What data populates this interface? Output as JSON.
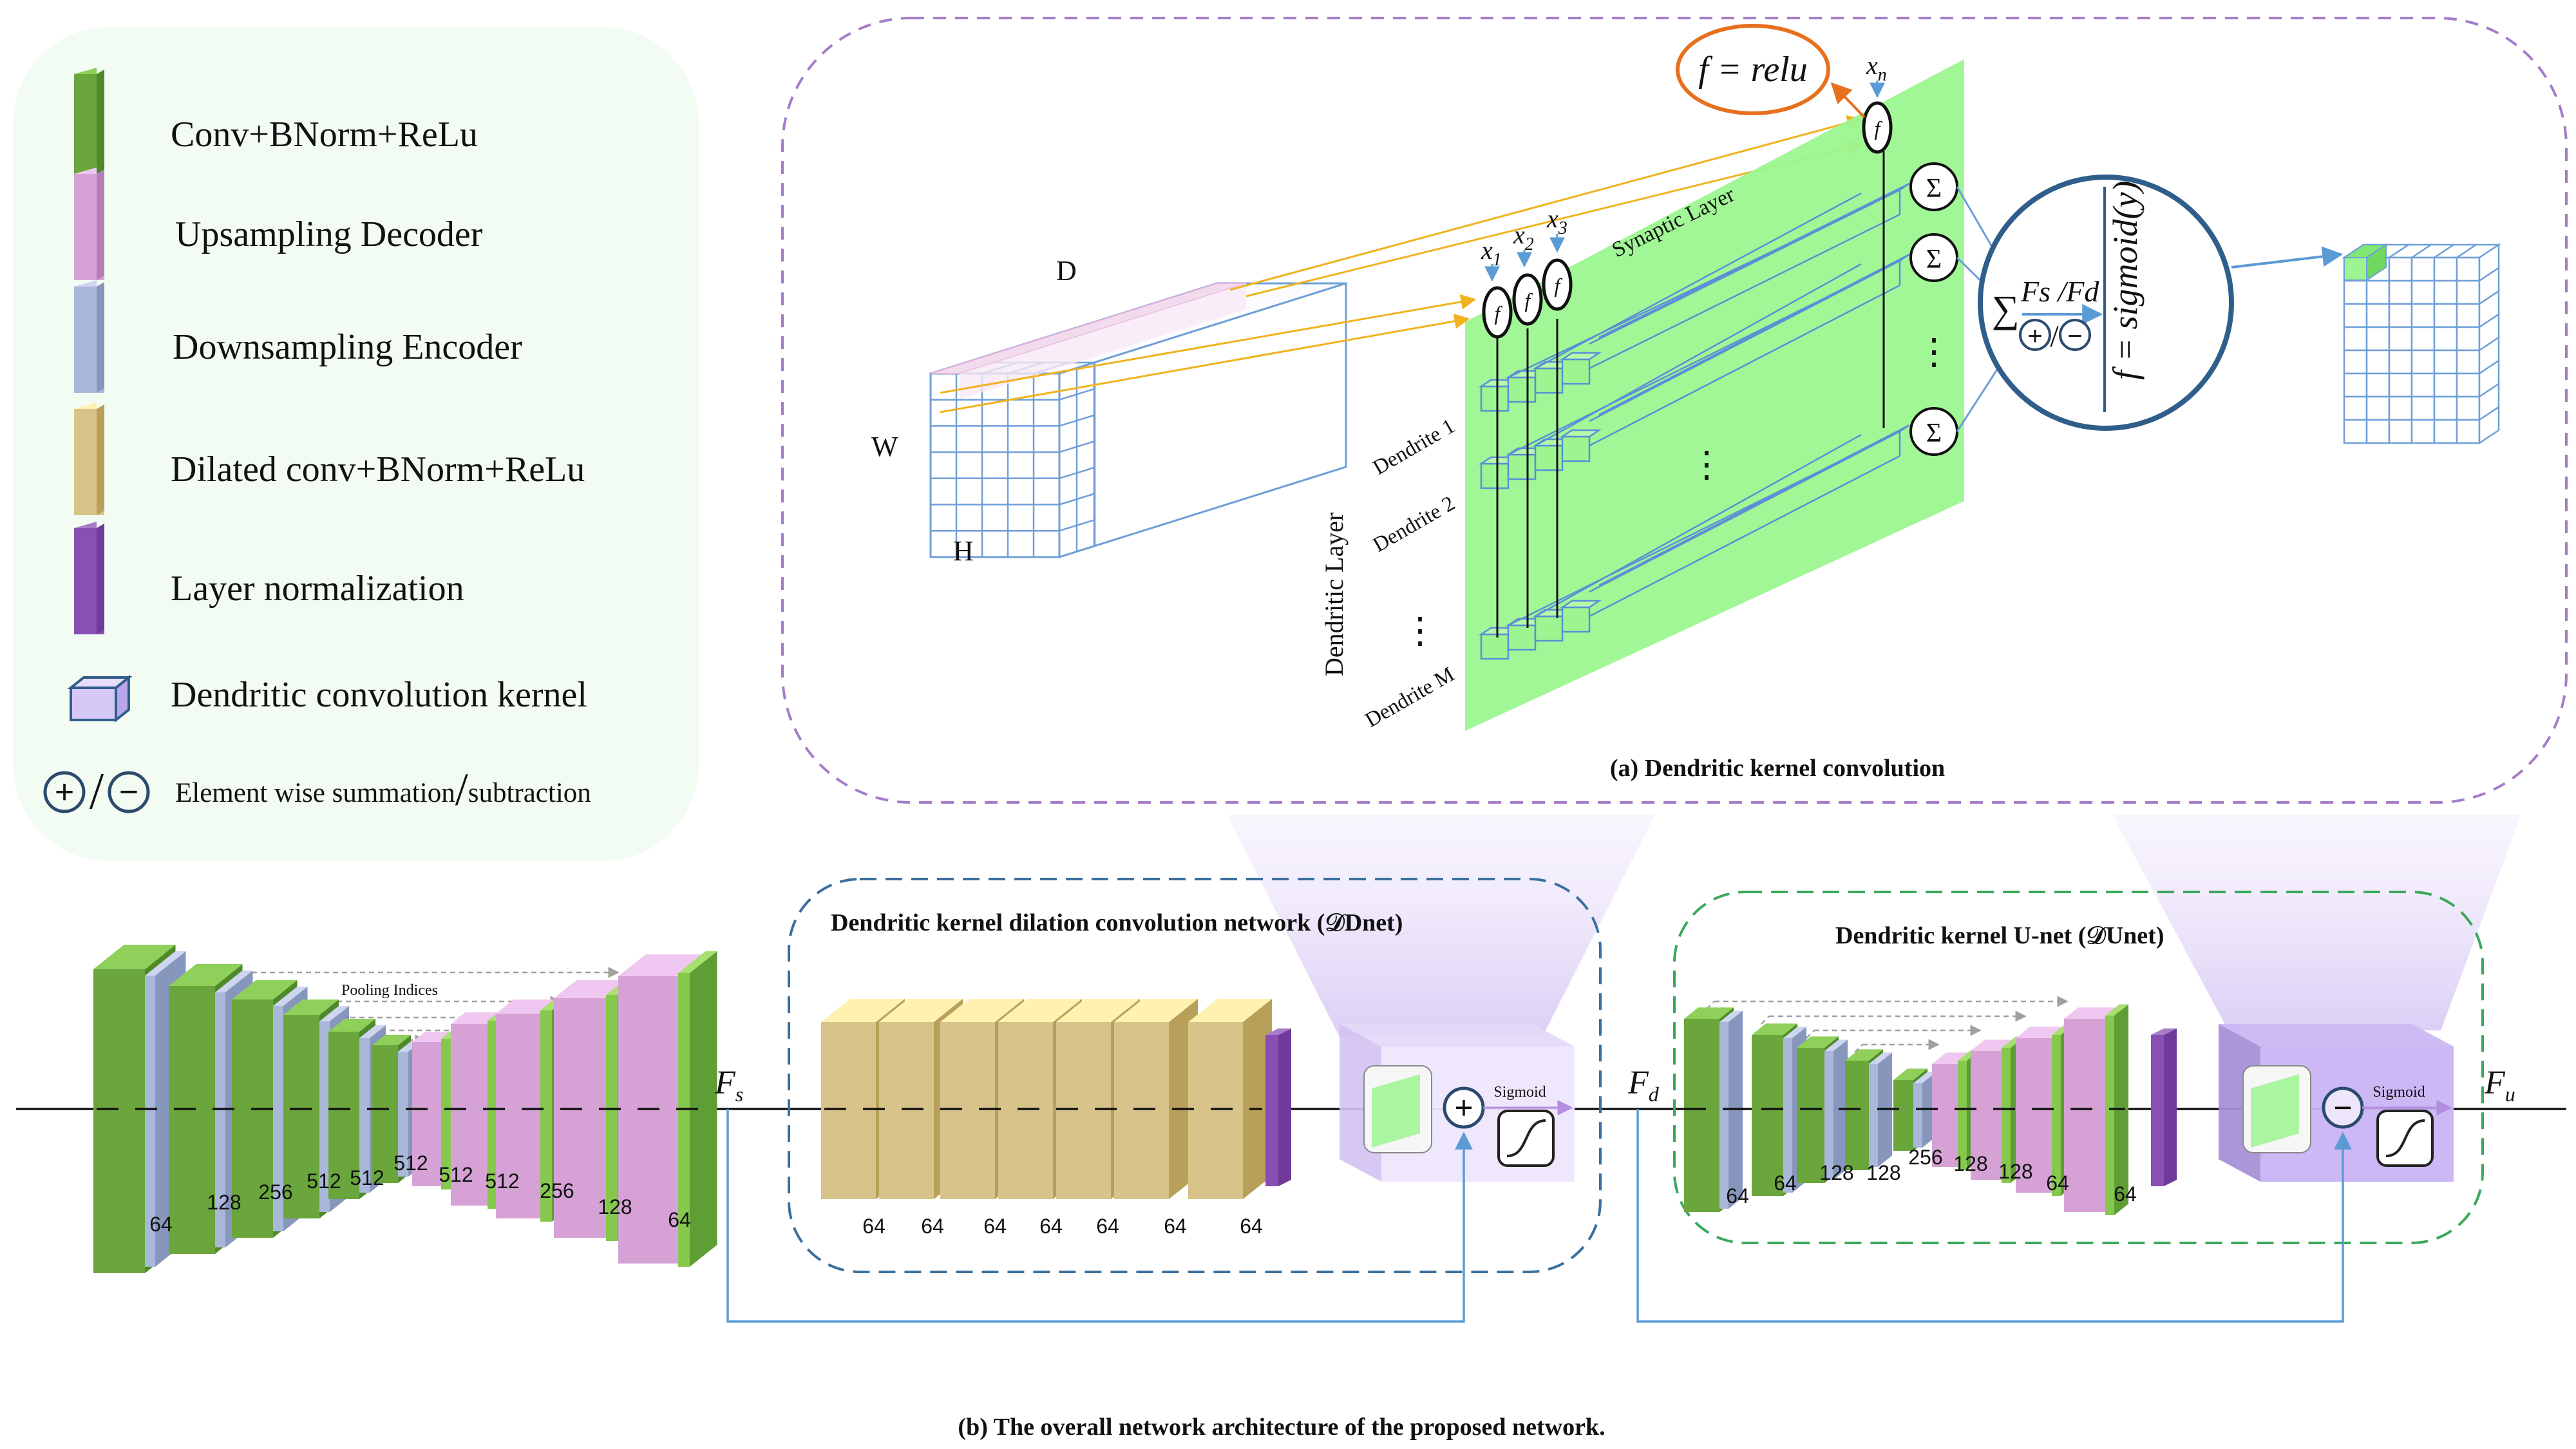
{
  "legend": {
    "items": [
      {
        "label": "Conv+BNorm+ReLu"
      },
      {
        "label": "Upsampling Decoder"
      },
      {
        "label": "Downsampling Encoder"
      },
      {
        "label": "Dilated conv+BNorm+ReLu"
      },
      {
        "label": "Layer normalization"
      },
      {
        "label": "Dendritic convolution kernel"
      }
    ],
    "element_wise": "Element wise summation",
    "element_wise_sep": "/",
    "element_wise_sub": "subtraction",
    "plus_sym": "+",
    "slash_sym": "/",
    "minus_sym": "−"
  },
  "panel_a": {
    "caption": "(a) Dendritic kernel convolution",
    "f_relu": "f = relu",
    "synaptic_layer": "Synaptic Layer",
    "dendritic_layer": "Dendritic Layer",
    "dendrite_1": "Dendrite 1",
    "dendrite_2": "Dendrite 2",
    "dendrite_m": "Dendrite M",
    "cube_d": "D",
    "cube_w": "W",
    "cube_h": "H",
    "x1": "x",
    "x1_sub": "1",
    "x2": "x",
    "x2_sub": "2",
    "x3": "x",
    "x3_sub": "3",
    "xn": "x",
    "xn_sub": "n",
    "f_node": "f",
    "sigma": "Σ",
    "vdots": "⋮",
    "big_sum": "∑",
    "fs_fd": "Fs /Fd",
    "sigmoid_eq": "f = sigmoid(y)"
  },
  "panel_b": {
    "caption": "(b) The overall network architecture of the proposed network.",
    "pooling_indices": "Pooling Indices",
    "segnet_labels": [
      "64",
      "128",
      "256",
      "512",
      "512",
      "512",
      "512",
      "512",
      "256",
      "128",
      "64"
    ],
    "ddnet_title": "Dendritic kernel dilation convolution network (𝒟Dnet)",
    "ddnet_labels": [
      "64",
      "64",
      "64",
      "64",
      "64",
      "64",
      "64"
    ],
    "dunet_title": "Dendritic kernel U-net (𝒟Unet)",
    "dunet_labels": [
      "64",
      "64",
      "128",
      "128",
      "256",
      "128",
      "128",
      "64",
      "64"
    ],
    "sigmoid": "Sigmoid",
    "fs": "F",
    "fs_sub": "s",
    "fd": "F",
    "fd_sub": "d",
    "fu": "F",
    "fu_sub": "u"
  },
  "colors": {
    "conv_green": "#6aa63c",
    "upsample_pink": "#d6a2d6",
    "downsample_blue": "#a9b7d8",
    "dilated_tan": "#d8c48a",
    "layernorm_purple": "#8a4fb3",
    "kernel_lilac": "#d6c8f5",
    "legend_bg": "#f2fcf3",
    "synaptic_green": "#9cf590",
    "orange": "#e86f1c",
    "arrow_blue": "#5b9bd5",
    "grid_blue": "#6f9fd8"
  }
}
